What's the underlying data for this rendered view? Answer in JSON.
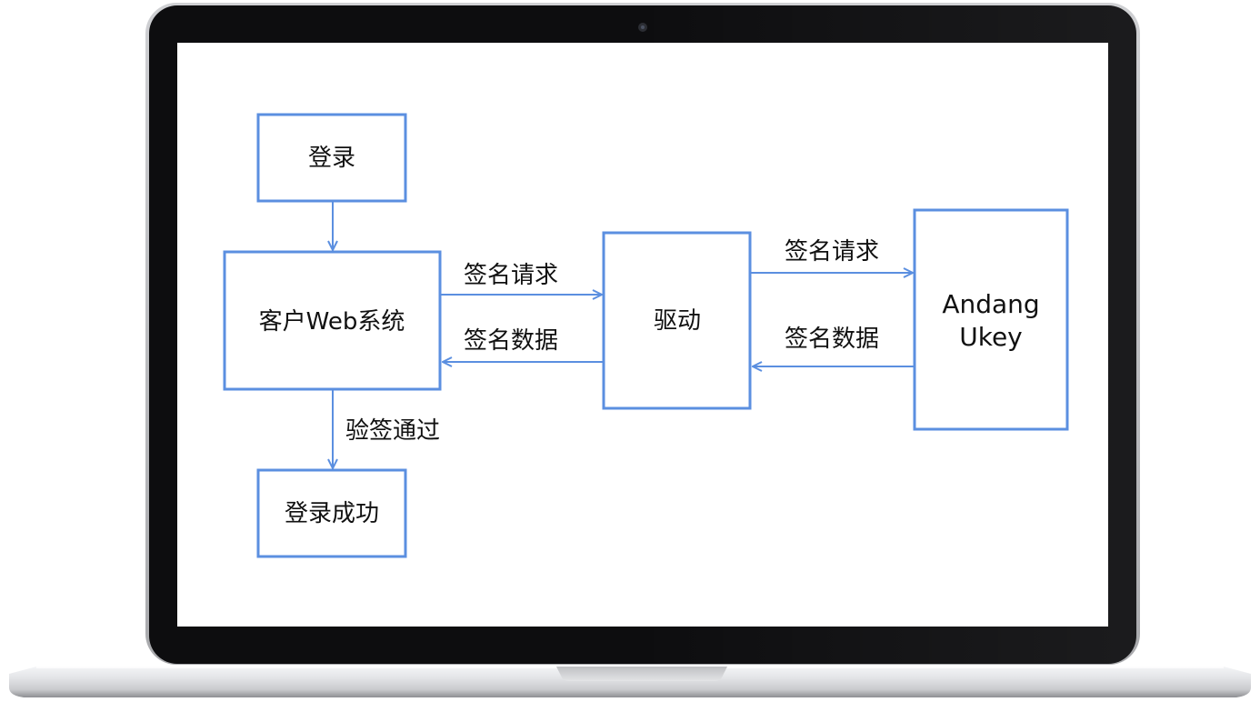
{
  "nodes": {
    "login": "登录",
    "web_system": "客户Web系统",
    "login_success": "登录成功",
    "driver": "驱动",
    "ukey_line1": "Andang",
    "ukey_line2": "Ukey"
  },
  "edges": {
    "verify_pass": "验签通过",
    "web_to_driver": "签名请求",
    "driver_to_web": "签名数据",
    "driver_to_ukey": "签名请求",
    "ukey_to_driver": "签名数据"
  },
  "colors": {
    "diagram_blue": "#5b8fe0",
    "bezel": "#0d0d0f",
    "aluminum": "#d4d5d8",
    "screen_bg": "#ffffff"
  }
}
